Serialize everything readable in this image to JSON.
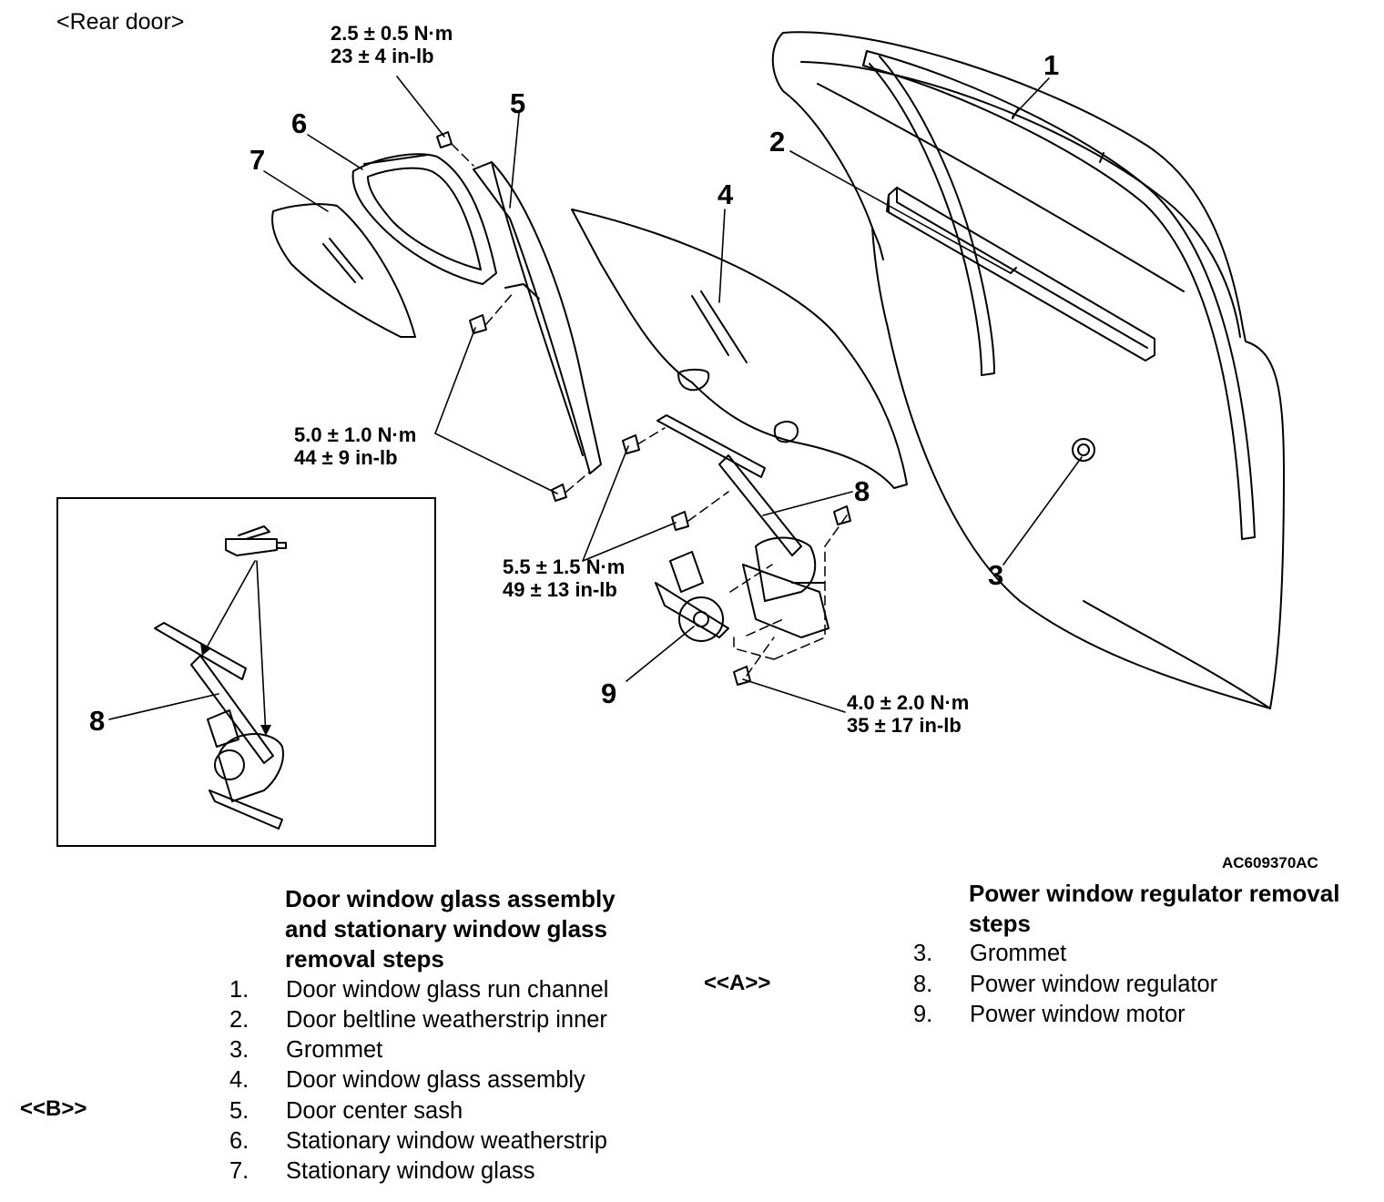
{
  "diagram": {
    "view_label": "<Rear door>",
    "figure_id": "AC609370AC",
    "callouts": [
      {
        "id": "1",
        "text": "1"
      },
      {
        "id": "2",
        "text": "2"
      },
      {
        "id": "3",
        "text": "3"
      },
      {
        "id": "4",
        "text": "4"
      },
      {
        "id": "5",
        "text": "5"
      },
      {
        "id": "6",
        "text": "6"
      },
      {
        "id": "7",
        "text": "7"
      },
      {
        "id": "8",
        "text": "8"
      },
      {
        "id": "9",
        "text": "9"
      },
      {
        "id": "8b",
        "text": "8"
      }
    ],
    "torque_specs": [
      {
        "id": "t1",
        "nm": "2.5 ± 0.5 N·m",
        "inlb": "23 ± 4 in-lb"
      },
      {
        "id": "t2",
        "nm": "5.0 ± 1.0 N·m",
        "inlb": "44 ± 9 in-lb"
      },
      {
        "id": "t3",
        "nm": "5.5 ± 1.5 N·m",
        "inlb": "49 ± 13 in-lb"
      },
      {
        "id": "t4",
        "nm": "4.0 ± 2.0 N·m",
        "inlb": "35 ± 17 in-lb"
      }
    ]
  },
  "steps_left": {
    "title_lines": [
      "Door window glass assembly",
      "and stationary window glass",
      "removal steps"
    ],
    "marker": "<<B>>",
    "items": [
      {
        "num": "1.",
        "text": "Door window glass run channel"
      },
      {
        "num": "2.",
        "text": "Door beltline weatherstrip inner"
      },
      {
        "num": "3.",
        "text": "Grommet"
      },
      {
        "num": "4.",
        "text": "Door window glass assembly"
      },
      {
        "num": "5.",
        "text": "Door center sash"
      },
      {
        "num": "6.",
        "text": "Stationary window weatherstrip"
      },
      {
        "num": "7.",
        "text": "Stationary window glass"
      }
    ]
  },
  "steps_right": {
    "title_lines": [
      "Power window regulator removal",
      "steps"
    ],
    "marker": "<<A>>",
    "items": [
      {
        "num": "3.",
        "text": "Grommet"
      },
      {
        "num": "8.",
        "text": "Power window regulator"
      },
      {
        "num": "9.",
        "text": "Power window motor"
      }
    ]
  }
}
